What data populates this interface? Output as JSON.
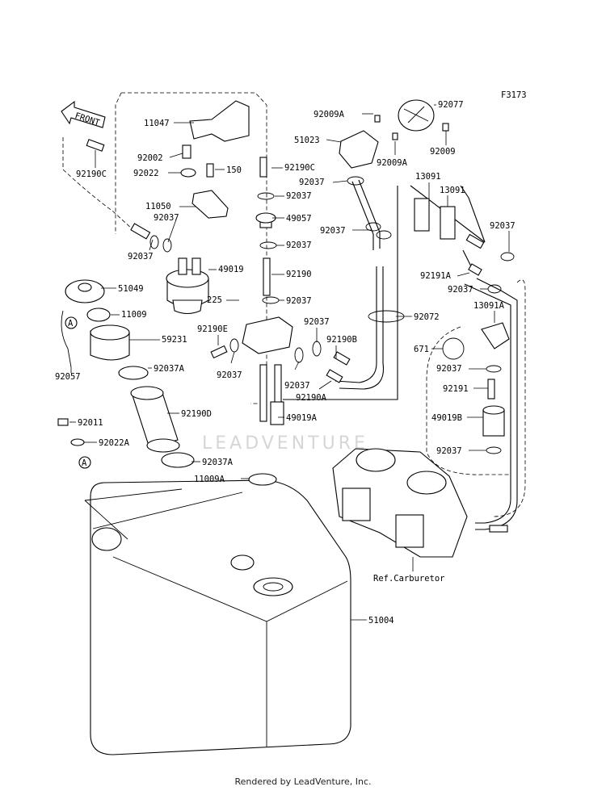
{
  "figure_code": "F3173",
  "front_label": "FRONT",
  "watermark": "LEADVENTURE",
  "footer": "Rendered by LeadVenture, Inc.",
  "callouts": [
    "92190C",
    "11047",
    "92002",
    "92022",
    "150",
    "11050",
    "92037",
    "92037",
    "92190C",
    "92037",
    "49057",
    "92037",
    "49019",
    "92190",
    "51049",
    "11009",
    "225",
    "92037",
    "92057",
    "59231",
    "92190E",
    "92037",
    "92037",
    "92037A",
    "92037",
    "92190B",
    "92190D",
    "92190A",
    "92011",
    "49019A",
    "92022A",
    "92037A",
    "11009A",
    "51004",
    "92009A",
    "92077",
    "51023",
    "92009A",
    "92009",
    "92037",
    "13091",
    "13091",
    "92037",
    "92037",
    "92191A",
    "92037",
    "92072",
    "13091A",
    "671",
    "92037",
    "92191",
    "49019B",
    "92037",
    "Ref.Carburetor"
  ],
  "circle_marks": [
    "A",
    "A"
  ]
}
